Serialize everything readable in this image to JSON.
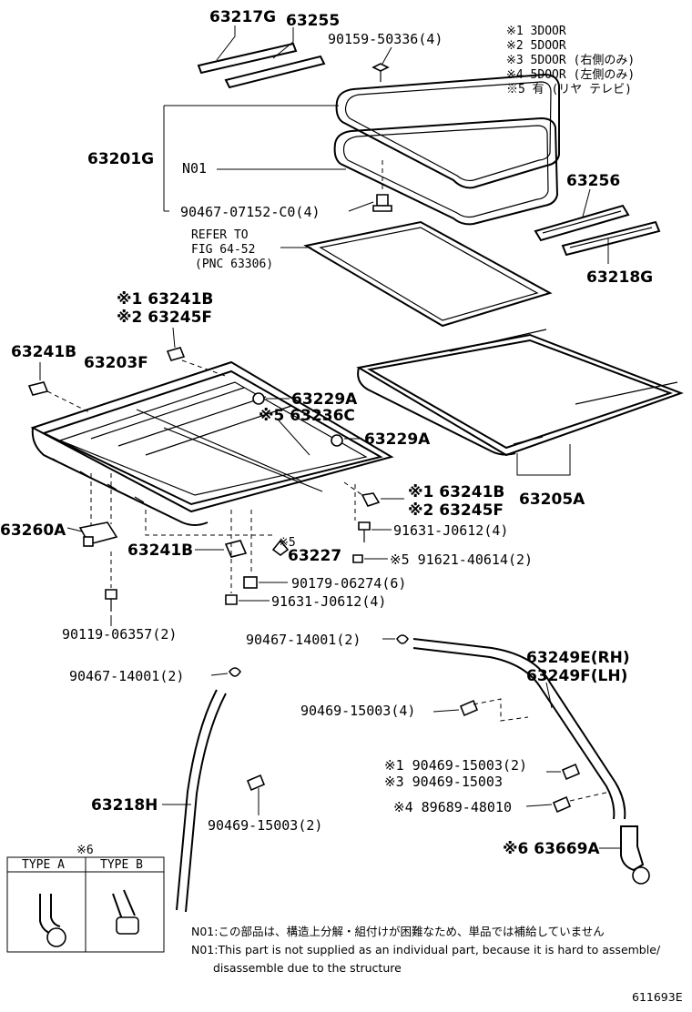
{
  "diagram": {
    "variant_legend": [
      "※1 3DOOR",
      "※2 5DOOR",
      "※3 5DOOR (右側のみ)",
      "※4 5DOOR (左側のみ)",
      "※5 有 (リヤ テレビ)"
    ],
    "parts": {
      "p63217G": "63217G",
      "p63255": "63255",
      "p90159": "90159-50336(4)",
      "p63201G": "63201G",
      "pN01": "N01",
      "p90467_07152": "90467-07152-C0(4)",
      "p63256": "63256",
      "p63218G": "63218G",
      "refer_1": "REFER TO",
      "refer_2": "FIG 64-52",
      "refer_3": "(PNC 63306)",
      "p63241B_v1": "※1 63241B",
      "p63245F_v2": "※2 63245F",
      "p63241B_left": "63241B",
      "p63203F": "63203F",
      "p63229A_1": "63229A",
      "p63236C": "※5 63236C",
      "p63229A_2": "63229A",
      "p63205A": "63205A",
      "p63241B_v1b": "※1 63241B",
      "p63245F_v2b": "※2 63245F",
      "p91631_a": "91631-J0612(4)",
      "p63260A": "63260A",
      "p63241B_bottom": "63241B",
      "p63227_mark": "※5",
      "p63227": "63227",
      "p91621": "※5 91621-40614(2)",
      "p90179": "90179-06274(6)",
      "p91631_b": "91631-J0612(4)",
      "p90119": "90119-06357(2)",
      "p90467_14001_a": "90467-14001(2)",
      "p90467_14001_b": "90467-14001(2)",
      "p63249E": "63249E(RH)",
      "p63249F": "63249F(LH)",
      "p90469_a": "90469-15003(4)",
      "p90469_b1": "※1 90469-15003(2)",
      "p90469_b3": "※3 90469-15003",
      "p89689": "※4 89689-48010",
      "p63218H": "63218H",
      "p90469_c": "90469-15003(2)",
      "p63669A": "※6 63669A"
    },
    "type_table": {
      "mark": "※6",
      "col_a": "TYPE A",
      "col_b": "TYPE B"
    },
    "footnote_jp": "N01:この部品は、構造上分解・組付けが困難なため、単品では補給していません",
    "footnote_en_1": "N01:This part is not supplied as an individual part, because it is hard to assemble/",
    "footnote_en_2": "disassemble due to the structure",
    "figure_id": "611693E"
  }
}
